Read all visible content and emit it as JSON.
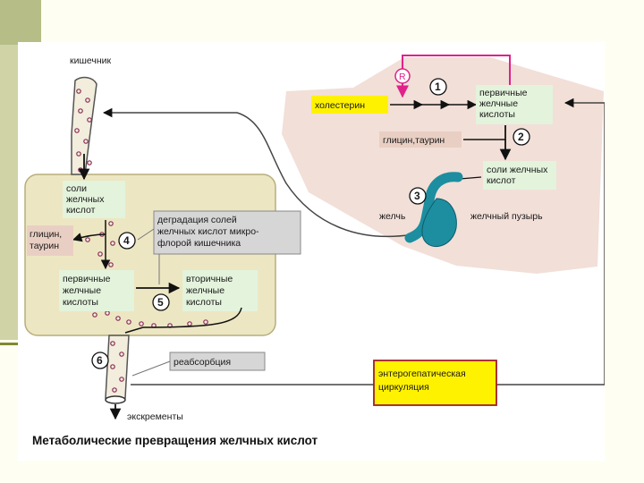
{
  "caption": "Метаболические превращения желчных кислот",
  "labels": {
    "intestine": "кишечник",
    "cholesterol": "холестерин",
    "primary_liver": [
      "первичные",
      "желчные",
      "кислоты"
    ],
    "glycine_taurine_liver": "глицин,таурин",
    "bile_salts_liver": [
      "соли желчных",
      "кислот"
    ],
    "bile": "желчь",
    "gallbladder": "желчный пузырь",
    "bile_salts_gut": [
      "соли",
      "желчных",
      "кислот"
    ],
    "glycine_taurine_gut": [
      "глицин,",
      "таурин"
    ],
    "degradation": [
      "деградация солей",
      "желчных кислот микро-",
      "флорой кишечника"
    ],
    "primary_gut": [
      "первичные",
      "желчные",
      "кислоты"
    ],
    "secondary_gut": [
      "вторичные",
      "желчные",
      "кислоты"
    ],
    "reabsorption": "реабсорбция",
    "enterohepatic": [
      "энтерогепатическая",
      "циркуляция"
    ],
    "excrement": "экскременты",
    "regulation": "R",
    "steps": [
      "1",
      "2",
      "3",
      "4",
      "5",
      "6"
    ]
  },
  "colors": {
    "liver": "#f2dfd8",
    "gut": "#ede6c3",
    "gallbladder": "#1c8ea0",
    "green_box": "#e3f3dc",
    "glycine_box": "#e9cfc3",
    "entero_box": "#fff200",
    "feedback": "#e0218a"
  }
}
